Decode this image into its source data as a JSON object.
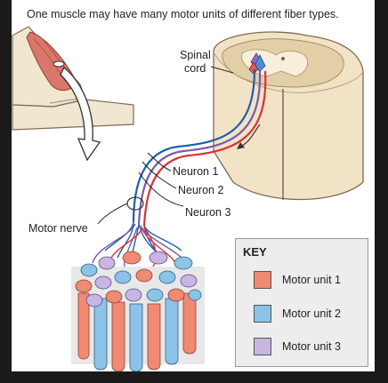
{
  "caption": "One muscle may have many motor units of different fiber types.",
  "labels": {
    "spinal_cord": [
      "Spinal",
      "cord"
    ],
    "neuron_1": "Neuron 1",
    "neuron_2": "Neuron 2",
    "neuron_3": "Neuron 3",
    "motor_nerve": "Motor nerve"
  },
  "key": {
    "title": "KEY",
    "items": [
      {
        "label": "Motor unit 1",
        "color": "#f08a72"
      },
      {
        "label": "Motor unit 2",
        "color": "#8cc3e6"
      },
      {
        "label": "Motor unit 3",
        "color": "#c7b6e2"
      }
    ]
  },
  "colors": {
    "neuron_1": "#1d5fb0",
    "neuron_2": "#7a5aa8",
    "neuron_3": "#d8333b",
    "spinal_cord": "#f3e3c6",
    "grey_matter": "#e2cfa7",
    "skin": "#f1e6cf",
    "muscle": "#d8776a"
  }
}
